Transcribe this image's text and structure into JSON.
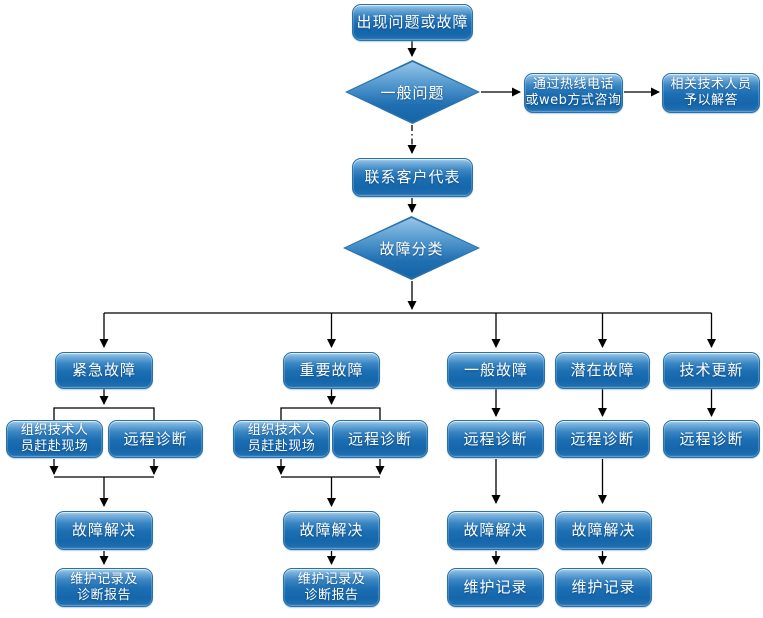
{
  "diagram": {
    "title": "fault-handling-flowchart",
    "colors": {
      "background": "#ffffff",
      "node_border": "#2a71a9",
      "node_gradient_top": "#a9d2ed",
      "node_gradient_mid": "#1d6fb3",
      "node_gradient_bottom": "#1465a8",
      "node_text": "#ffffff",
      "connector": "#000000"
    },
    "connector_styles": {
      "default": "solid",
      "general_question_to_contact": "dash-dot"
    }
  },
  "nodes": {
    "start": {
      "label": "出现问题或故障",
      "shape": "rounded-box"
    },
    "general_question": {
      "label": "一般问题",
      "shape": "diamond"
    },
    "hotline": {
      "label": "通过热线电话\n或web方式咨询",
      "shape": "rounded-box"
    },
    "answer": {
      "label": "相关技术人员\n予以解答",
      "shape": "rounded-box"
    },
    "contact": {
      "label": "联系客户代表",
      "shape": "rounded-box"
    },
    "classify": {
      "label": "故障分类",
      "shape": "diamond"
    },
    "cat_urgent": {
      "label": "紧急故障",
      "shape": "rounded-box"
    },
    "cat_important": {
      "label": "重要故障",
      "shape": "rounded-box"
    },
    "cat_general": {
      "label": "一般故障",
      "shape": "rounded-box"
    },
    "cat_potential": {
      "label": "潜在故障",
      "shape": "rounded-box"
    },
    "cat_techupdate": {
      "label": "技术更新",
      "shape": "rounded-box"
    },
    "urgent_onsite": {
      "label": "组织技术人\n员赶赴现场",
      "shape": "rounded-box"
    },
    "urgent_remote": {
      "label": "远程诊断",
      "shape": "rounded-box"
    },
    "important_onsite": {
      "label": "组织技术人\n员赶赴现场",
      "shape": "rounded-box"
    },
    "important_remote": {
      "label": "远程诊断",
      "shape": "rounded-box"
    },
    "general_remote": {
      "label": "远程诊断",
      "shape": "rounded-box"
    },
    "potential_remote": {
      "label": "远程诊断",
      "shape": "rounded-box"
    },
    "techupdate_remote": {
      "label": "远程诊断",
      "shape": "rounded-box"
    },
    "urgent_resolve": {
      "label": "故障解决",
      "shape": "rounded-box"
    },
    "important_resolve": {
      "label": "故障解决",
      "shape": "rounded-box"
    },
    "general_resolve": {
      "label": "故障解决",
      "shape": "rounded-box"
    },
    "potential_resolve": {
      "label": "故障解决",
      "shape": "rounded-box"
    },
    "urgent_record": {
      "label": "维护记录及\n诊断报告",
      "shape": "rounded-box"
    },
    "important_record": {
      "label": "维护记录及\n诊断报告",
      "shape": "rounded-box"
    },
    "general_record": {
      "label": "维护记录",
      "shape": "rounded-box"
    },
    "potential_record": {
      "label": "维护记录",
      "shape": "rounded-box"
    }
  }
}
